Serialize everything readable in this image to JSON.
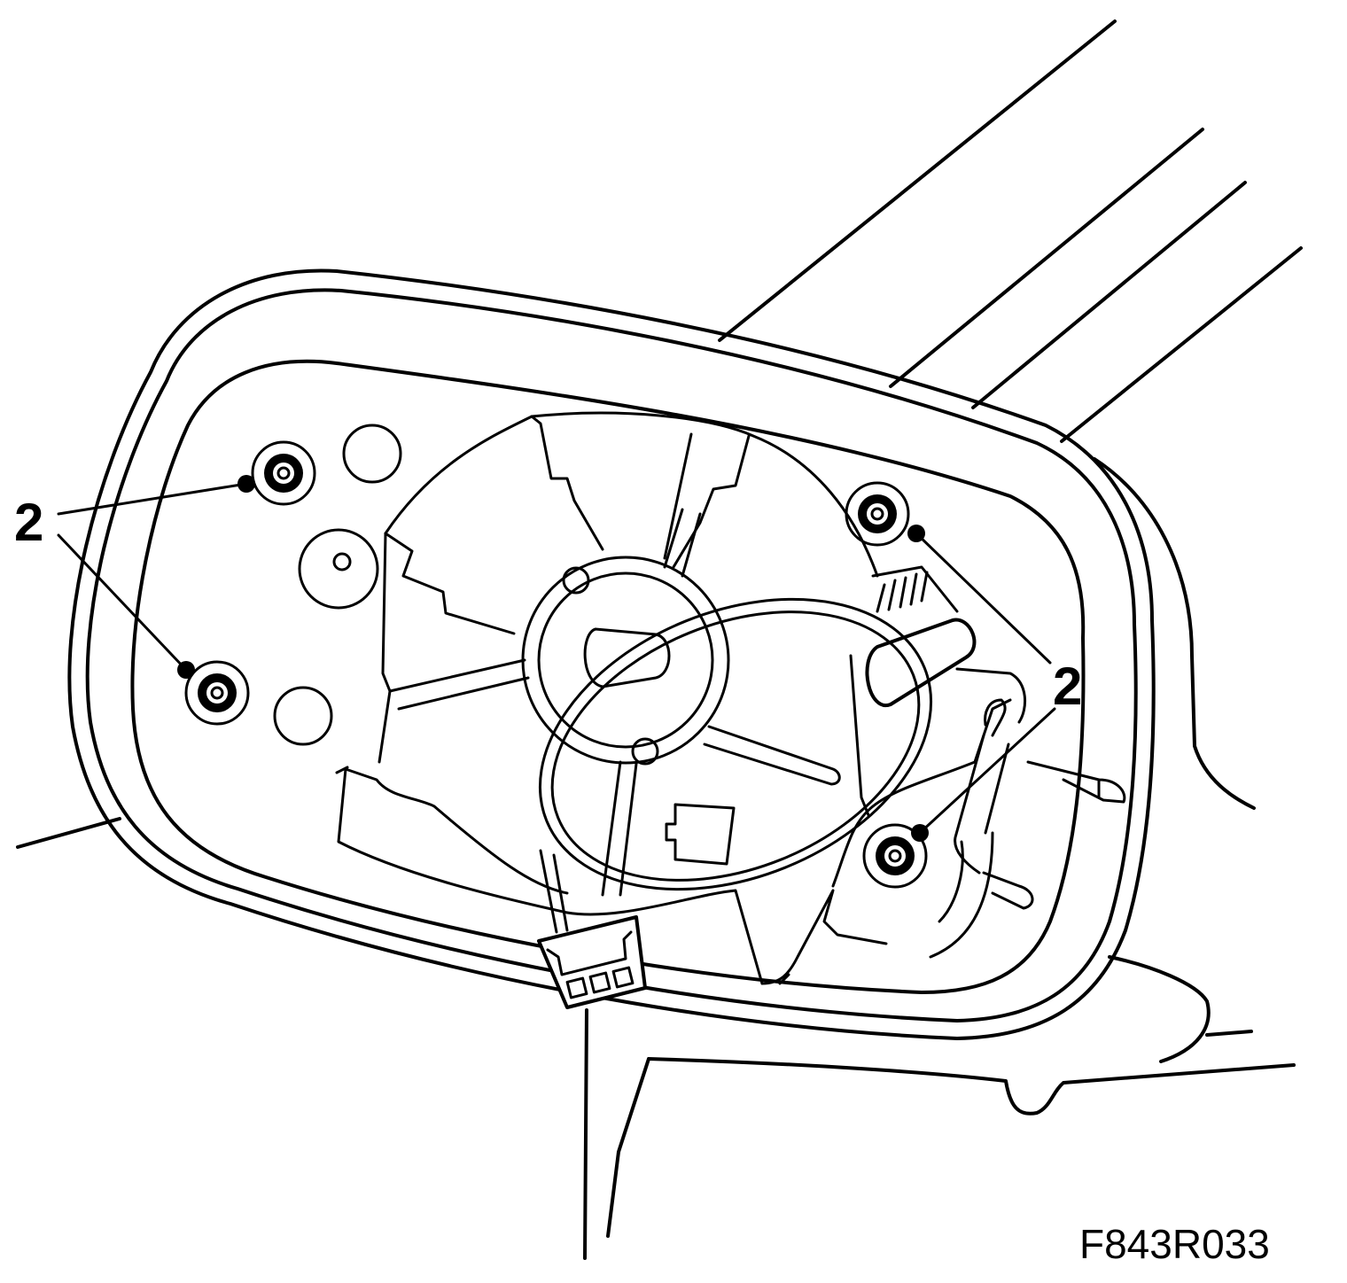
{
  "figure": {
    "id_code": "F843R033"
  },
  "callouts": [
    {
      "label": "2"
    },
    {
      "label": "2"
    }
  ],
  "colors": {
    "line": "#000000",
    "background": "#ffffff"
  }
}
